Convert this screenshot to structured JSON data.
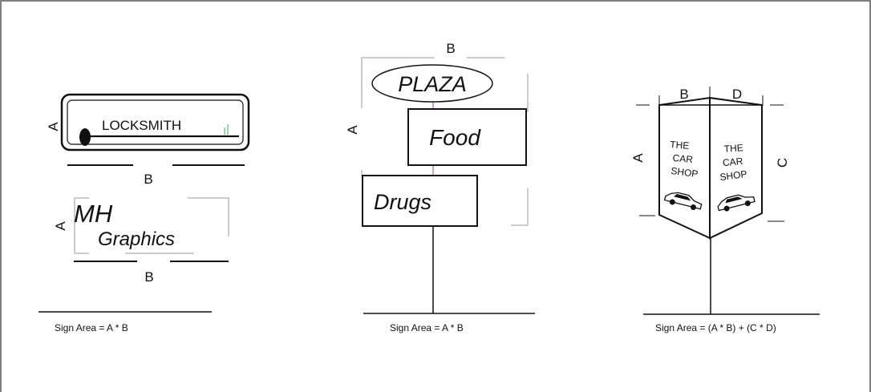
{
  "diagram1": {
    "sign_text": "LOCKSMITH",
    "dim_a": "A",
    "dim_b": "B"
  },
  "diagram2": {
    "line1": "MH",
    "line2": "Graphics",
    "dim_a": "A",
    "dim_b": "B",
    "caption": "Sign Area = A * B"
  },
  "diagram3": {
    "top": "PLAZA",
    "middle": "Food",
    "bottom": "Drugs",
    "dim_a": "A",
    "dim_b": "B",
    "caption": "Sign Area = A * B"
  },
  "diagram4": {
    "left_face": [
      "THE",
      "CAR",
      "SHOP"
    ],
    "right_face": [
      "THE",
      "CAR",
      "SHOP"
    ],
    "dim_a": "A",
    "dim_b": "B",
    "dim_c": "C",
    "dim_d": "D",
    "caption": "Sign Area = (A * B) + (C * D)"
  },
  "colors": {
    "frame": "#555555",
    "line": "#111111",
    "guide": "#999999",
    "pole_accent": "#cc55aa",
    "tick_accent": "#33aa55"
  }
}
